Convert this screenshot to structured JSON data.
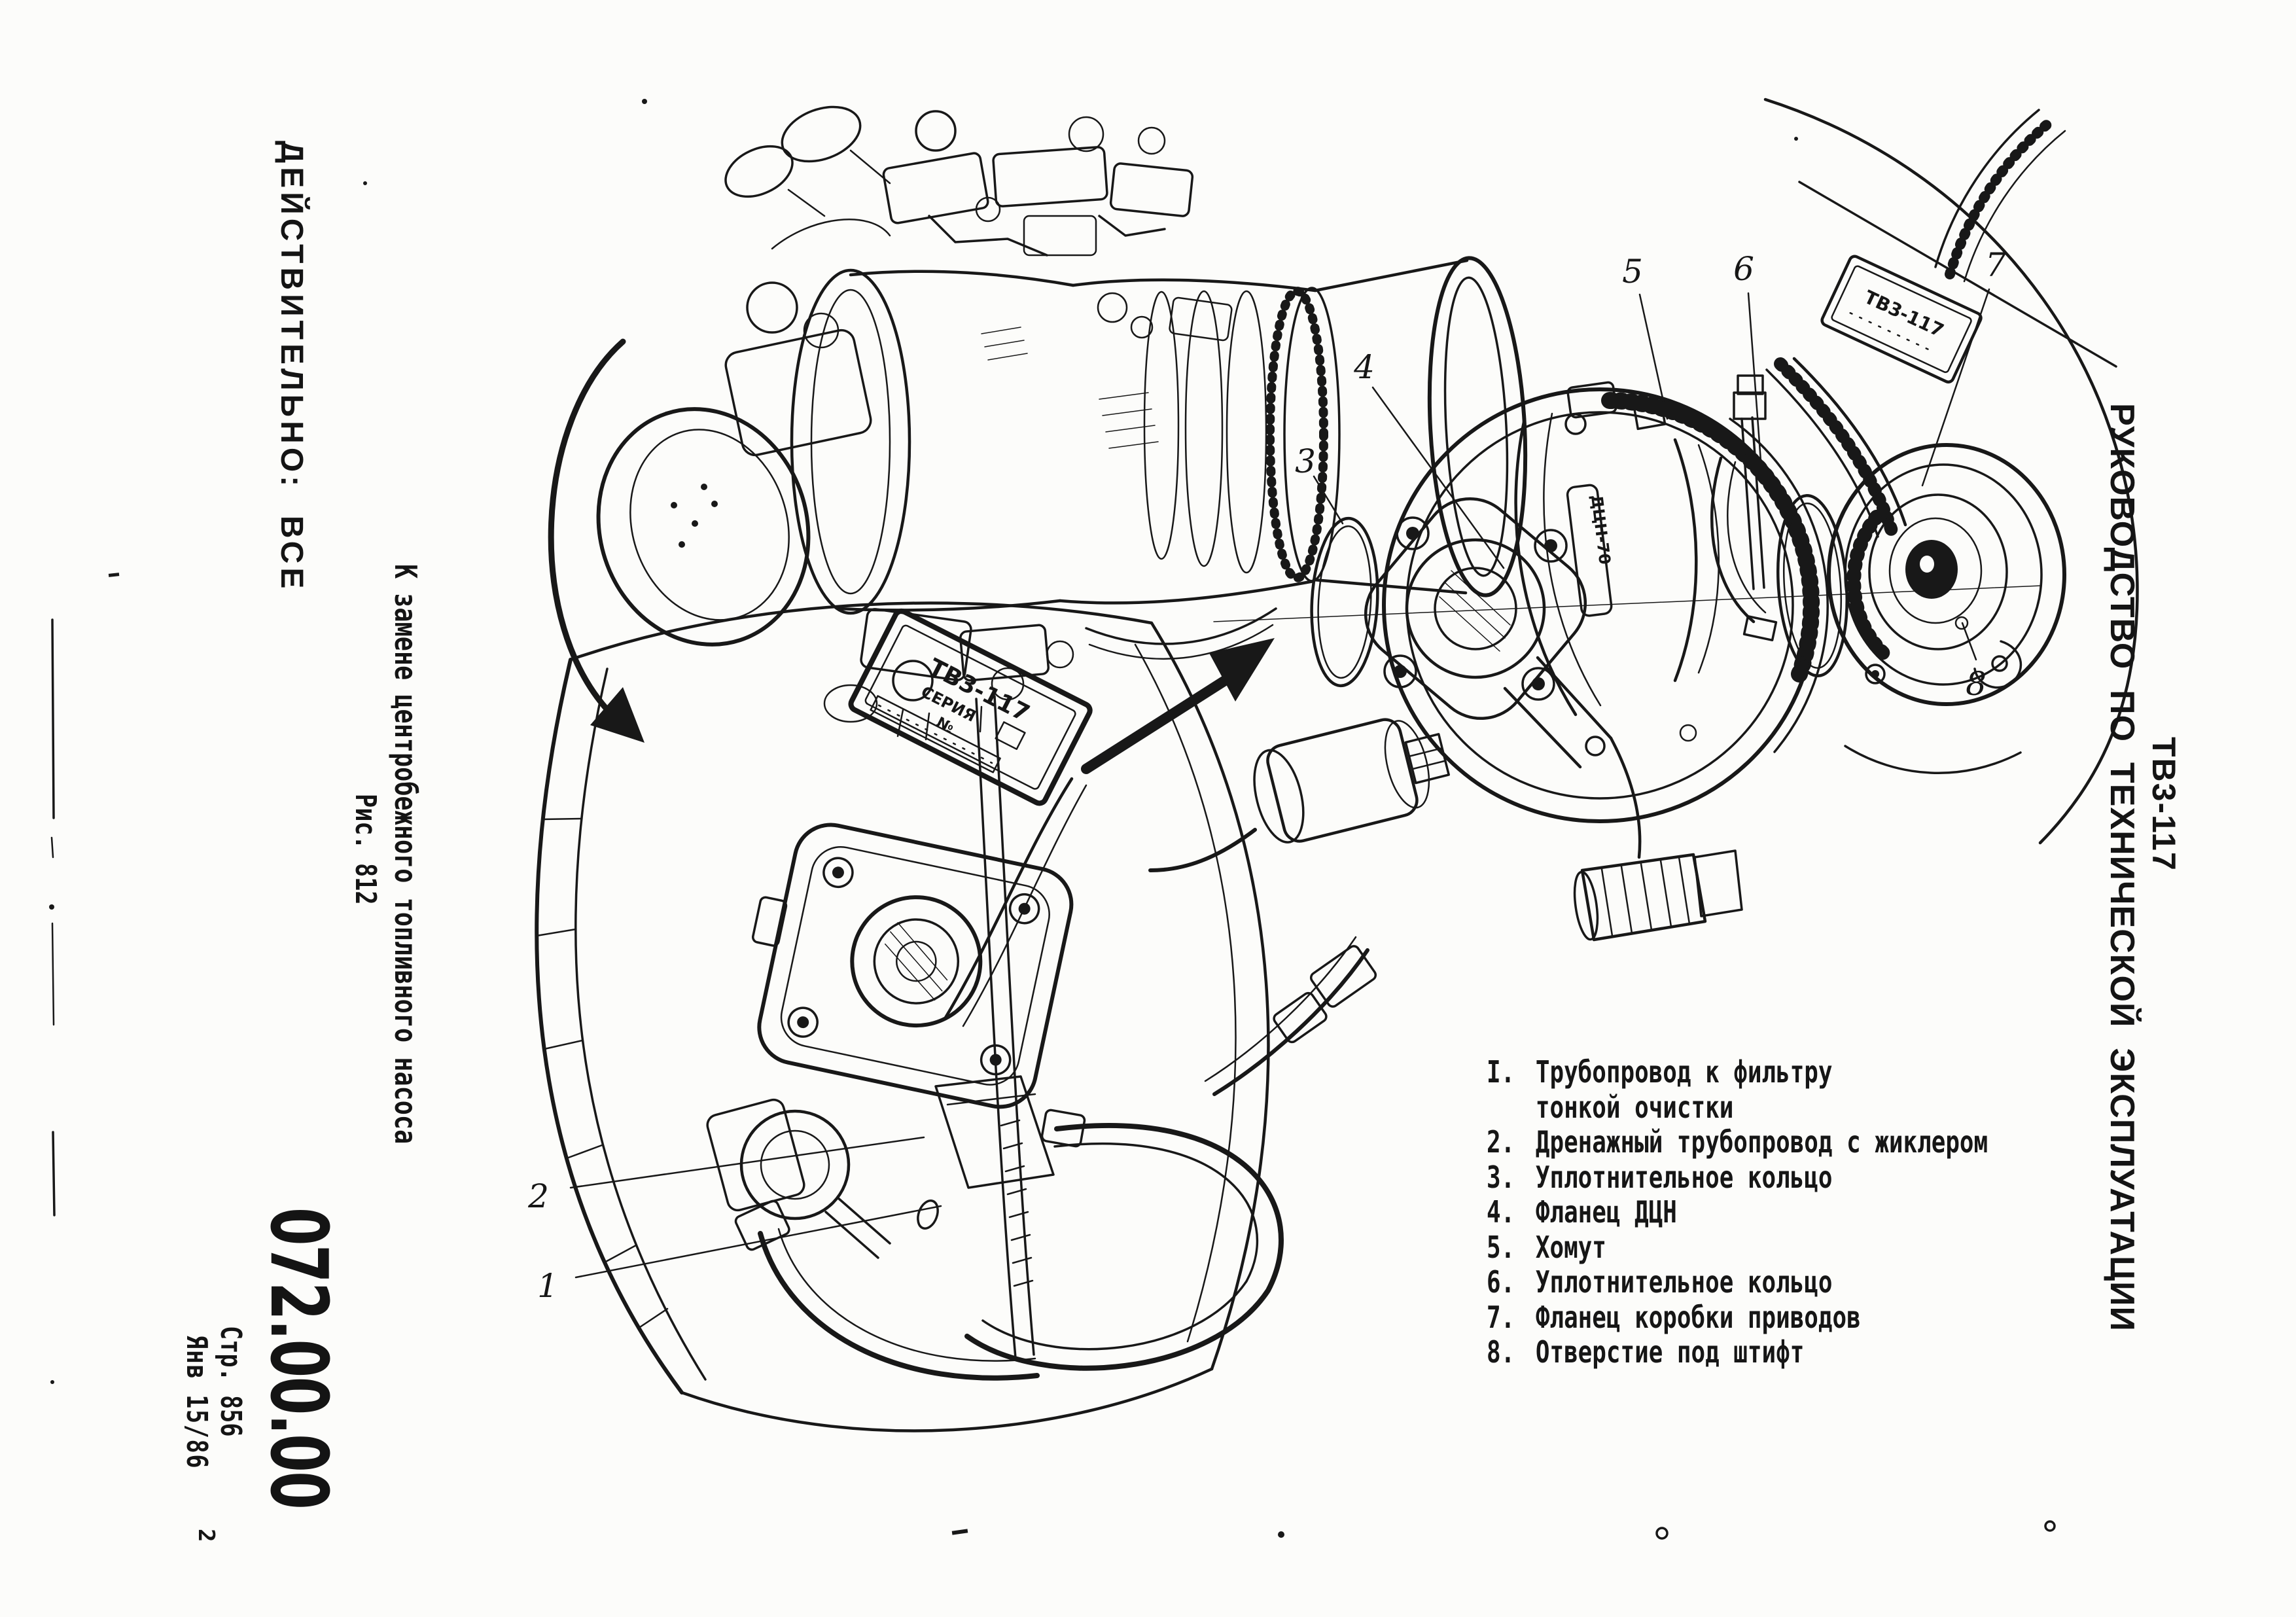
{
  "margins": {
    "effectivity": "ДЕЙСТВИТЕЛЬНО:  ВСЕ",
    "caption": "К замене центробежного топливного насоса",
    "figure": "Рис. 812",
    "ata": "072.00.00",
    "page": "Стр. 856",
    "date": "Янв 15/86",
    "sheet": "2",
    "model": "ТВ3-117",
    "manual": "РУКОВОДСТВО  ПО  ТЕХНИЧЕСКОЙ  ЭКСПЛУАТАЦИИ"
  },
  "legend": {
    "rows": [
      {
        "num": "I.",
        "text": "Трубопровод к фильтру"
      },
      {
        "num": "",
        "text": "тонкой очистки"
      },
      {
        "num": "2.",
        "text": "Дренажный трубопровод с жиклером"
      },
      {
        "num": "3.",
        "text": "Уплотнительное кольцо"
      },
      {
        "num": "4.",
        "text": "Фланец ДЦН"
      },
      {
        "num": "5.",
        "text": "Хомут"
      },
      {
        "num": "6.",
        "text": "Уплотнительное кольцо"
      },
      {
        "num": "7.",
        "text": "Фланец коробки приводов"
      },
      {
        "num": "8.",
        "text": "Отверстие под штифт"
      }
    ]
  },
  "callouts": {
    "c1": "1",
    "c2": "2",
    "c3": "3",
    "c4": "4",
    "c5": "5",
    "c6": "6",
    "c7": "7",
    "c8": "8"
  },
  "plates": {
    "detail_title": "ТВ3-117",
    "detail_series": "СЕРИЯ",
    "detail_no": "№",
    "exploded_title": "ТВ3-117"
  },
  "pump_label": "ДЦН-70"
}
